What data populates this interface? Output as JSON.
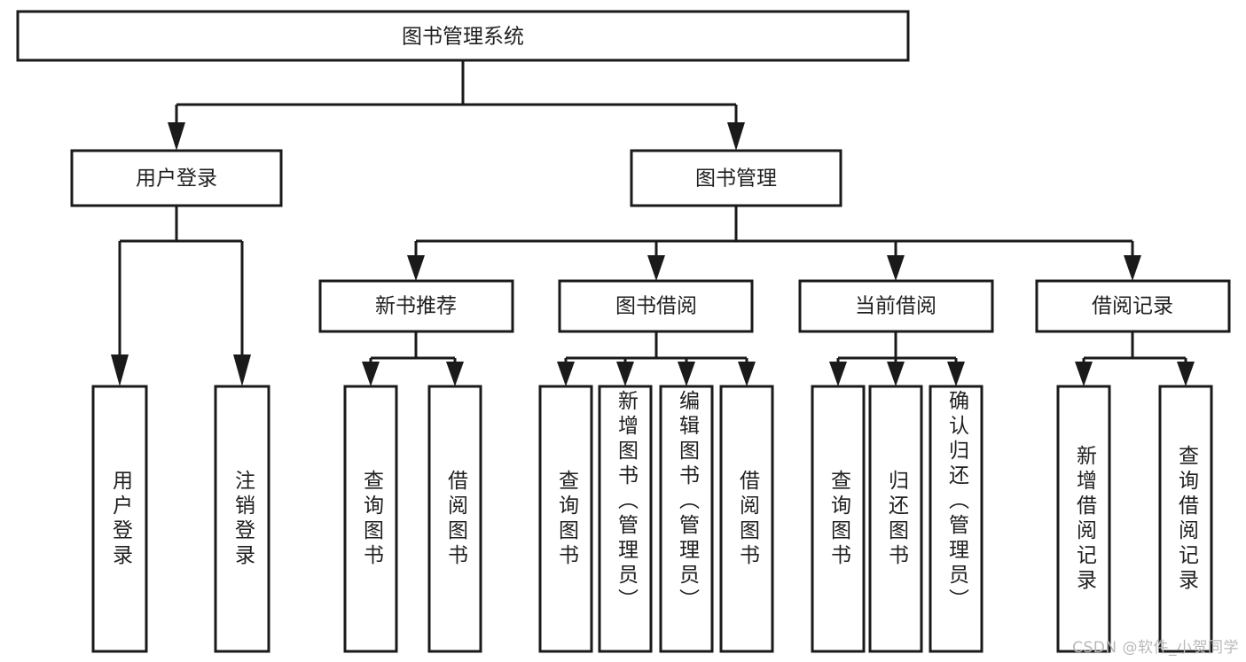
{
  "diagram": {
    "type": "tree",
    "title": "图书管理系统",
    "watermark": "CSDN @软件_小贺同学",
    "colors": {
      "stroke": "#1a1a1a",
      "fill": "#ffffff",
      "text": "#1f1f1f",
      "watermark": "#b9b9b9",
      "background": "#ffffff"
    },
    "nodes": {
      "root": {
        "label": "图书管理系统"
      },
      "level2": [
        {
          "id": "user-login",
          "label": "用户登录"
        },
        {
          "id": "book-manage",
          "label": "图书管理"
        }
      ],
      "level3": [
        {
          "id": "new-book-recommend",
          "label": "新书推荐"
        },
        {
          "id": "book-borrow",
          "label": "图书借阅"
        },
        {
          "id": "current-borrow",
          "label": "当前借阅"
        },
        {
          "id": "borrow-record",
          "label": "借阅记录"
        }
      ],
      "leaves_user_login": [
        {
          "id": "leaf-user-login",
          "label": "用户登录"
        },
        {
          "id": "leaf-logout",
          "label": "注销登录"
        }
      ],
      "leaves_new_book_recommend": [
        {
          "id": "leaf-query-book-1",
          "label": "查询图书"
        },
        {
          "id": "leaf-borrow-book-1",
          "label": "借阅图书"
        }
      ],
      "leaves_book_borrow": [
        {
          "id": "leaf-query-book-2",
          "label": "查询图书"
        },
        {
          "id": "leaf-add-book",
          "label": "新增图书（管理员）"
        },
        {
          "id": "leaf-edit-book",
          "label": "编辑图书（管理员）"
        },
        {
          "id": "leaf-borrow-book-2",
          "label": "借阅图书"
        }
      ],
      "leaves_current_borrow": [
        {
          "id": "leaf-query-book-3",
          "label": "查询图书"
        },
        {
          "id": "leaf-return-book",
          "label": "归还图书"
        },
        {
          "id": "leaf-confirm-return",
          "label": "确认归还（管理员）"
        }
      ],
      "leaves_borrow_record": [
        {
          "id": "leaf-add-record",
          "label": "新增借阅记录"
        },
        {
          "id": "leaf-query-record",
          "label": "查询借阅记录"
        }
      ]
    }
  }
}
